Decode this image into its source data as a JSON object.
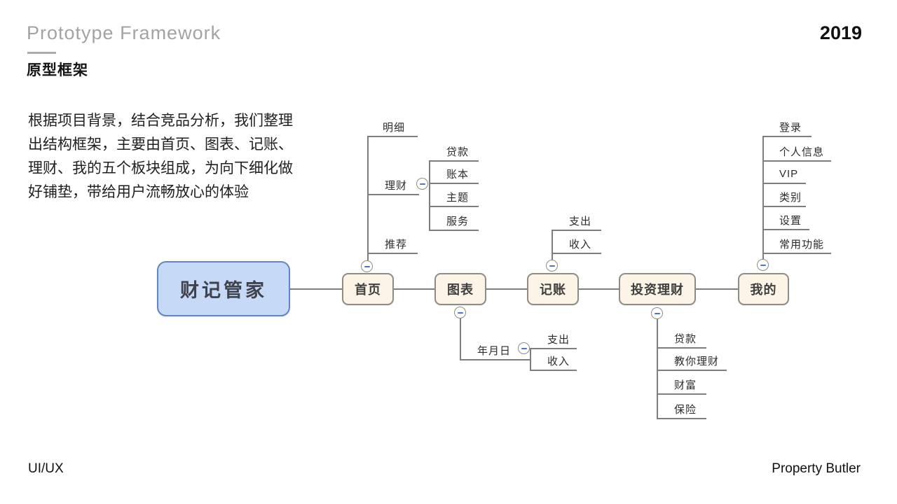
{
  "header": {
    "title_en": "Prototype Framework",
    "title_cn": "原型框架",
    "year": "2019"
  },
  "description": {
    "lines": [
      "根据项目背景，结合竞品分析，我们整理",
      "出结构框架，主要由首页、图表、记账、",
      "理财、我的五个板块组成，为向下细化做",
      "好铺垫，带给用户流畅放心的体验"
    ]
  },
  "footer": {
    "left": "UI/UX",
    "right": "Property Butler"
  },
  "colors": {
    "root_fill": "#c6d9f6",
    "root_border": "#6285c6",
    "node_fill": "#fdf4e8",
    "node_border": "#8f8b85",
    "connector": "#7e7e7e",
    "collapse_minus": "#4a76c9"
  },
  "icons": {
    "collapse": "minus-circle-icon"
  },
  "mindmap": {
    "root": {
      "label": "财记管家"
    },
    "home": {
      "label": "首页",
      "branches": [
        "明细",
        "理财",
        "推荐"
      ],
      "licai_children": [
        "贷款",
        "账本",
        "主题",
        "服务"
      ]
    },
    "charts": {
      "label": "图表",
      "date": {
        "label": "年月日",
        "children": [
          "支出",
          "收入"
        ]
      }
    },
    "bookkeeping": {
      "label": "记账",
      "branches": [
        "支出",
        "收入"
      ]
    },
    "invest": {
      "label": "投资理财",
      "branches": [
        "贷款",
        "教你理财",
        "财富",
        "保险"
      ]
    },
    "mine": {
      "label": "我的",
      "branches": [
        "登录",
        "个人信息",
        "VIP",
        "类别",
        "设置",
        "常用功能"
      ]
    }
  }
}
